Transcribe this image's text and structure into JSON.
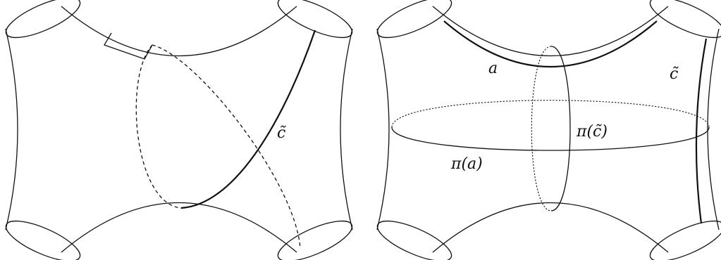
{
  "left_panel": {
    "label_c_tilde": "c̃"
  },
  "right_panel": {
    "label_a": "a",
    "label_c_tilde": "c̃",
    "label_pi_c_tilde": "π(c̃)",
    "label_pi_a": "π(a)"
  }
}
